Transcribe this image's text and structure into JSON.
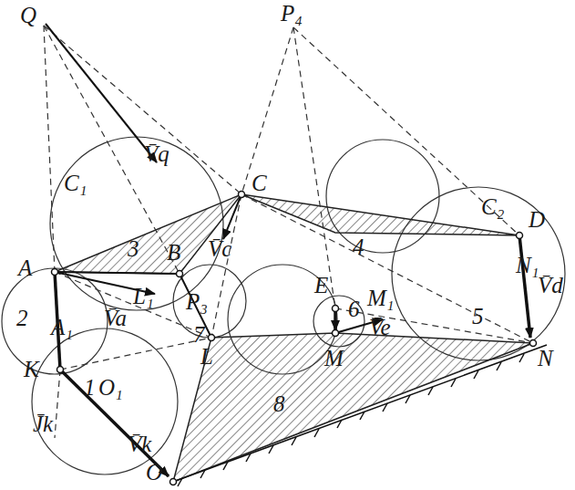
{
  "diagram": {
    "labels": [
      "Q",
      "P₄",
      "C",
      "D",
      "A",
      "B",
      "C₁",
      "C₂",
      "3",
      "4",
      "E",
      "N₁",
      "2",
      "A₁",
      "L₁",
      "P₃",
      "M₁",
      "6",
      "5",
      "K",
      "7",
      "L",
      "M",
      "N",
      "1",
      "O₁",
      "O",
      "8",
      "V̄q",
      "V̄c",
      "V̄d",
      "V̄a",
      "V̄e",
      "V̄k",
      "J̄k"
    ]
  }
}
